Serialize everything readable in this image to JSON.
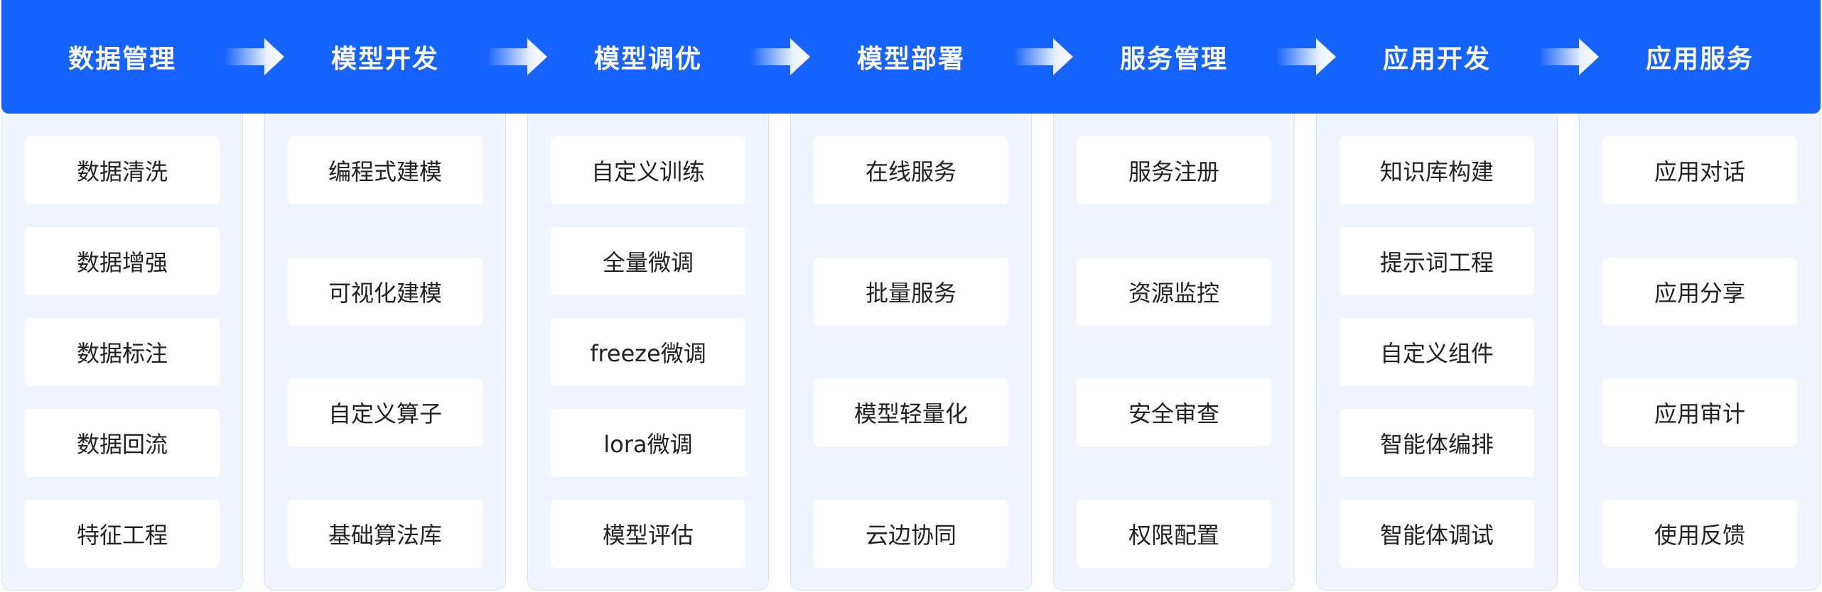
{
  "colors": {
    "header_bg": "#1763FF",
    "column_bg": "#F1F6FE",
    "column_border": "#D6E3F7",
    "cell_text": "#222222"
  },
  "stages": [
    {
      "title": "数据管理",
      "items": [
        "数据清洗",
        "数据增强",
        "数据标注",
        "数据回流",
        "特征工程"
      ]
    },
    {
      "title": "模型开发",
      "items": [
        "编程式建模",
        "可视化建模",
        "自定义算子",
        "基础算法库"
      ]
    },
    {
      "title": "模型调优",
      "items": [
        "自定义训练",
        "全量微调",
        "freeze微调",
        "lora微调",
        "模型评估"
      ]
    },
    {
      "title": "模型部署",
      "items": [
        "在线服务",
        "批量服务",
        "模型轻量化",
        "云边协同"
      ]
    },
    {
      "title": "服务管理",
      "items": [
        "服务注册",
        "资源监控",
        "安全审查",
        "权限配置"
      ]
    },
    {
      "title": "应用开发",
      "items": [
        "知识库构建",
        "提示词工程",
        "自定义组件",
        "智能体编排",
        "智能体调试"
      ]
    },
    {
      "title": "应用服务",
      "items": [
        "应用对话",
        "应用分享",
        "应用审计",
        "使用反馈"
      ]
    }
  ],
  "icons": {
    "arrow": "arrow-right-icon"
  }
}
